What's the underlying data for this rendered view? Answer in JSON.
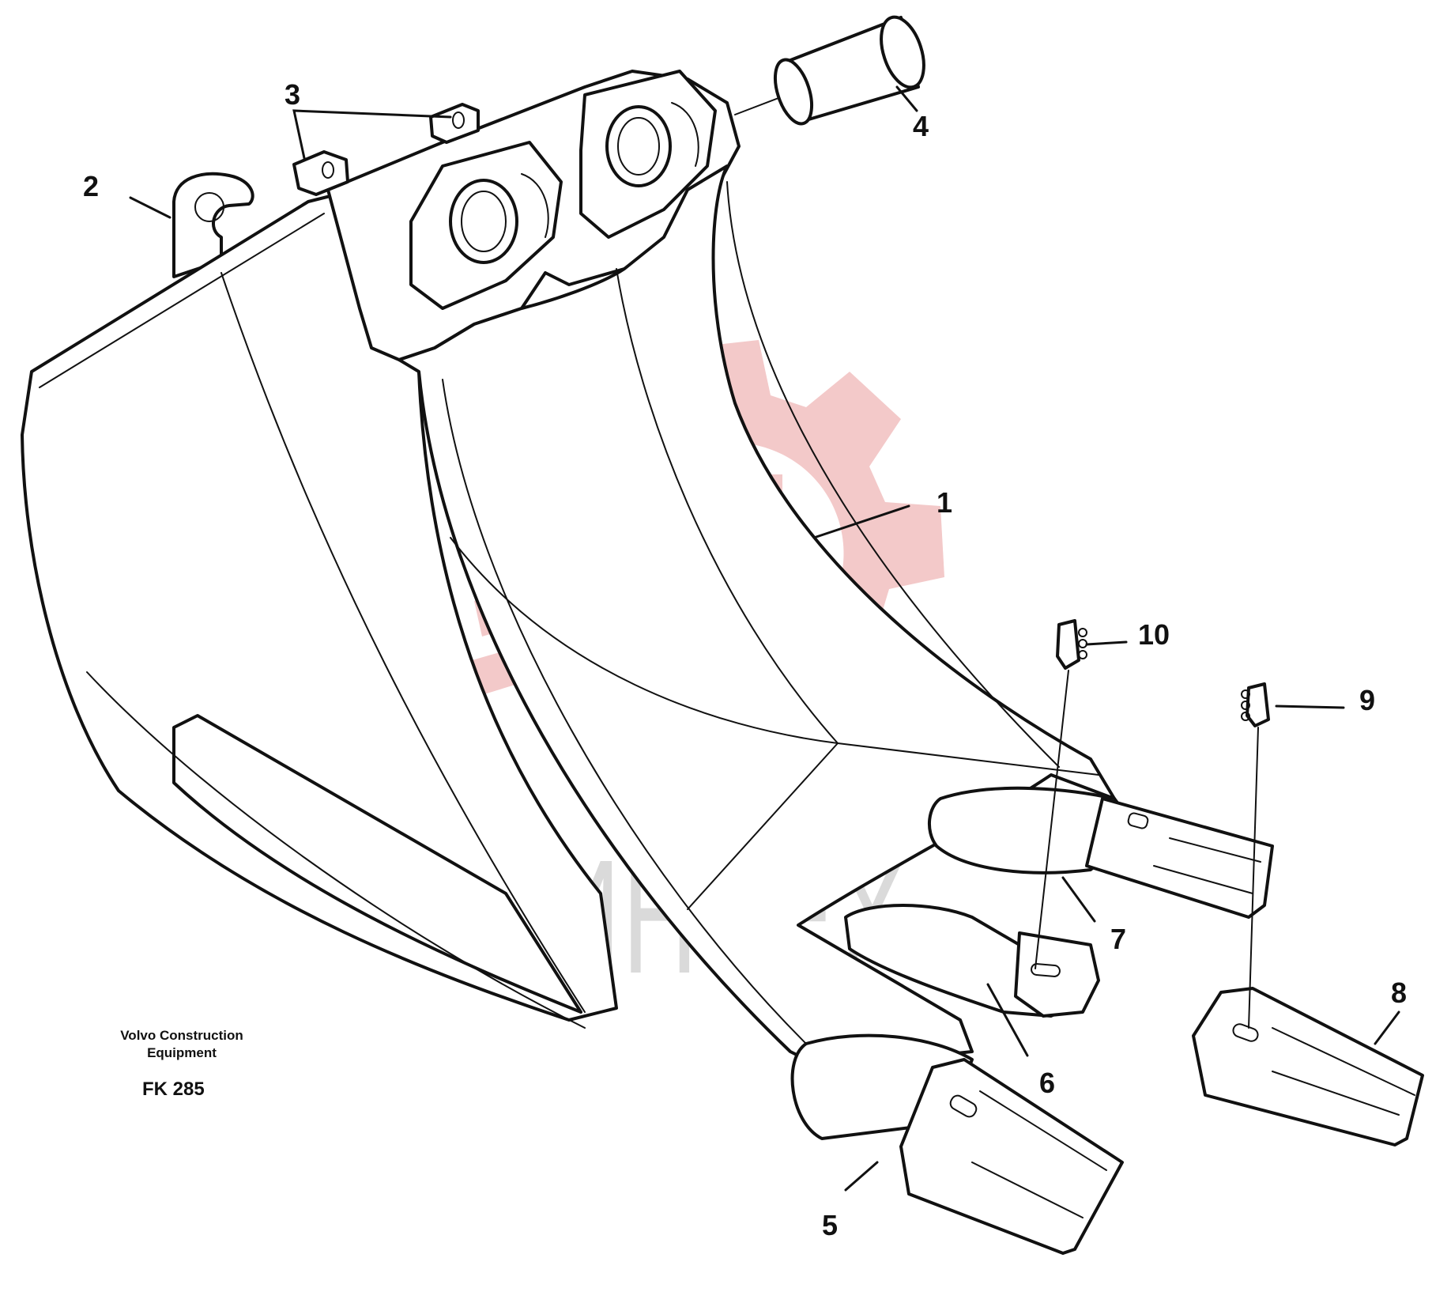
{
  "diagram": {
    "parts": [
      {
        "id": "1",
        "label": "1"
      },
      {
        "id": "2",
        "label": "2"
      },
      {
        "id": "3",
        "label": "3"
      },
      {
        "id": "4",
        "label": "4"
      },
      {
        "id": "5",
        "label": "5"
      },
      {
        "id": "6",
        "label": "6"
      },
      {
        "id": "7",
        "label": "7"
      },
      {
        "id": "8",
        "label": "8"
      },
      {
        "id": "9",
        "label": "9"
      },
      {
        "id": "10",
        "label": "10"
      }
    ],
    "caption": {
      "line1": "Volvo Construction",
      "line2": "Equipment",
      "code": "FK 285"
    }
  },
  "watermark": {
    "text": "ИНТЕХ",
    "colors": {
      "gear": "#f3c9c9",
      "text": "#dadada"
    }
  }
}
